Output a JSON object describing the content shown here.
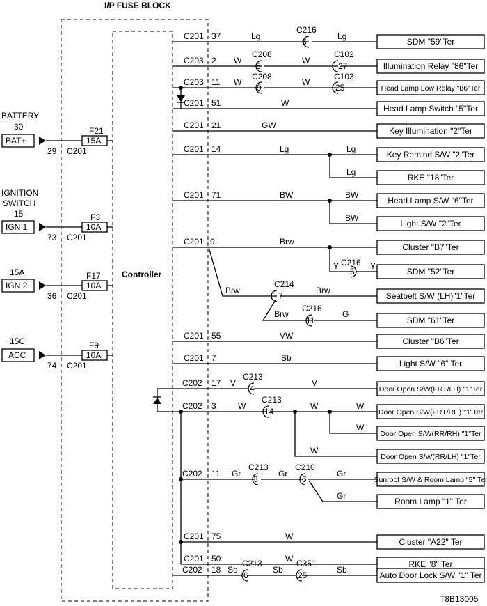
{
  "header": {
    "fuse_block_title": "I/P FUSE BLOCK",
    "controller_label": "Controller",
    "figure_id": "T8B13005"
  },
  "sources": [
    {
      "name": "BATTERY",
      "rating": "30",
      "terminal": "BAT+",
      "pin": "29",
      "connector": "C201",
      "fuse": "F21",
      "amp": "15A"
    },
    {
      "name": "IGNITION SWITCH",
      "name_line1": "IGNITION",
      "name_line2": "SWITCH",
      "rating": "15",
      "terminal": "IGN 1",
      "pin": "73",
      "connector": "C201",
      "fuse": "F3",
      "amp": "10A"
    },
    {
      "name": "",
      "rating": "15A",
      "terminal": "IGN 2",
      "pin": "36",
      "connector": "C201",
      "fuse": "F17",
      "amp": "10A"
    },
    {
      "name": "",
      "rating": "15C",
      "terminal": "ACC",
      "pin": "74",
      "connector": "C201",
      "fuse": "F9",
      "amp": "10A"
    }
  ],
  "circuits": [
    {
      "conn": "C201",
      "pin": "37",
      "color_a": "Lg",
      "splice": "C216",
      "splice_pin": "6",
      "color_b": "Lg",
      "term": "SDM \"59\"Ter"
    },
    {
      "conn": "C203",
      "pin": "2",
      "color_a": "W",
      "splice": "C208",
      "splice_pin": "5",
      "color_b": "W",
      "splice2": "C102",
      "splice2_pin": "27",
      "term": "Illumination Relay \"86\"Ter"
    },
    {
      "conn": "C203",
      "pin": "11",
      "color_a": "W",
      "splice": "C208",
      "splice_pin": "9",
      "color_b": "W",
      "splice2": "C103",
      "splice2_pin": "25",
      "term": "Head Lamp Low Relay \"86\"Ter"
    },
    {
      "conn": "C201",
      "pin": "51",
      "color_a": "W",
      "term": "Head  Lamp Switch \"5\"Ter"
    },
    {
      "conn": "C201",
      "pin": "21",
      "color_a": "GW",
      "term": "Key Illumination \"2\"Ter"
    },
    {
      "conn": "C201",
      "pin": "14",
      "color_a": "Lg",
      "color_b": "Lg",
      "term": "Key Remind S/W \"2\"Ter",
      "branch_color": "Lg",
      "branch_term": "RKE \"18\"Ter"
    },
    {
      "conn": "C201",
      "pin": "71",
      "color_a": "BW",
      "color_b": "BW",
      "term": "Head Lamp S/W \"6\"Ter",
      "branch_color": "BW",
      "branch_term": "Light S/W \"2\"Ter"
    },
    {
      "conn": "C201",
      "pin": "9",
      "color_a": "Brw",
      "term": "Cluster \"B7\"Ter",
      "branch_color": "Y",
      "branch_color2": "Y",
      "branch_splice": "C216",
      "branch_splice_pin": "5",
      "branch_term": "SDM \"52\"Ter"
    },
    {
      "color_a": "Brw",
      "splice": "C214",
      "splice_pin": "7",
      "color_b": "Brw",
      "term": "Seatbelt S/W (LH)\"1\"Ter"
    },
    {
      "color_a": "Brw",
      "splice": "C216",
      "splice_pin": "11",
      "color_b": "G",
      "term": "SDM \"61\"Ter"
    },
    {
      "conn": "C201",
      "pin": "55",
      "color_a": "VW",
      "term": "Cluster \"B6\"Ter"
    },
    {
      "conn": "C201",
      "pin": "7",
      "color_a": "Sb",
      "term": "Light S/W \"6\" Ter"
    },
    {
      "conn": "C202",
      "pin": "17",
      "color_a": "V",
      "splice": "C213",
      "splice_pin": "4",
      "color_b": "V",
      "term": "Door Open S/W(FRT/LH) \"1\"Ter"
    },
    {
      "conn": "C202",
      "pin": "3",
      "color_a": "W",
      "splice": "C213",
      "splice_pin": "14",
      "color_b": "W",
      "color_c": "W",
      "term": "Door Open S/W(FRT/RH) \"1\"Ter"
    },
    {
      "color_a": "W",
      "term": "Door Open S/W(RR/RH) \"1\"Ter"
    },
    {
      "color_a": "W",
      "term": "Door Open S/W(RR/LH) \"1\"Ter"
    },
    {
      "conn": "C202",
      "pin": "11",
      "color_a": "Gr",
      "splice": "C213",
      "splice_pin": "3",
      "color_b": "Gr",
      "splice2": "C210",
      "splice2_pin": "6",
      "color_c": "Gr",
      "term": "Sunroof S/W & Room Lamp \"5\" Ter"
    },
    {
      "color_a": "Gr",
      "term": "Room Lamp \"1\" Ter"
    },
    {
      "conn": "C201",
      "pin": "75",
      "color_a": "W",
      "term": "Cluster \"A22\" Ter"
    },
    {
      "conn": "C201",
      "pin": "50",
      "color_a": "W",
      "term": "RKE \"8\" Ter"
    },
    {
      "conn": "C202",
      "pin": "18",
      "color_a": "Sb",
      "splice": "C213",
      "splice_pin": "6",
      "color_b": "Sb",
      "splice2": "C351",
      "splice2_pin": "25",
      "color_c": "Sb",
      "term": "Auto Door Lock S/W \"1\" Ter"
    }
  ]
}
